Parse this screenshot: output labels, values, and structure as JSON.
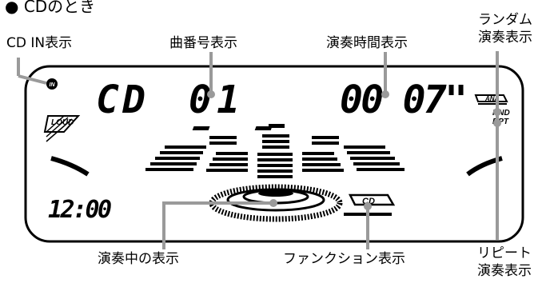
{
  "header": {
    "bullet": "●",
    "title": "CDのとき"
  },
  "labels": {
    "cd_in": "CD IN表示",
    "track": "曲番号表示",
    "time": "演奏時間表示",
    "random_line1": "ランダム",
    "random_line2": "演奏表示",
    "playing": "演奏中の表示",
    "function": "ファンクション表示",
    "repeat_line1": "リピート",
    "repeat_line2": "演奏表示"
  },
  "display": {
    "source": "CD",
    "track_number": "01",
    "elapsed_time": "00 07\"",
    "clock": "12:00",
    "in_badge": "IN",
    "loud_badge": "LOUD",
    "ana_badge": "ANA",
    "rnd": "RND",
    "rpt": "RPT",
    "cd_badge": "CD"
  }
}
